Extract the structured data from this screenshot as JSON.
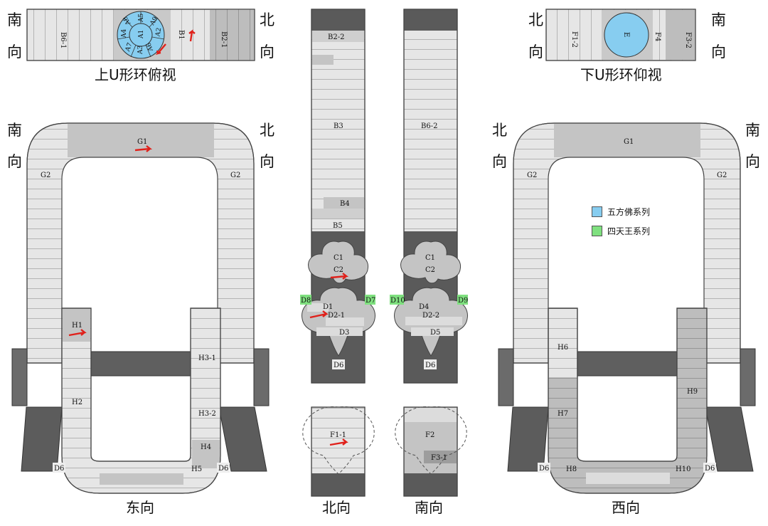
{
  "directions": {
    "south": "南",
    "north": "北",
    "xiang": "向"
  },
  "captions": {
    "upper": "上U形环俯视",
    "lower": "下U形环仰视",
    "east": "东向",
    "north": "北向",
    "south": "南向",
    "west": "西向"
  },
  "legend": [
    {
      "label": "五方佛系列",
      "color": "#87cdf0"
    },
    {
      "label": "四天王系列",
      "color": "#7fe07f"
    }
  ],
  "labels": {
    "B6_1": "B6-1",
    "B1": "B1",
    "B2_1": "B2-1",
    "A1": "A1",
    "A2": "A2",
    "A3": "A3",
    "A4": "A4",
    "A5": "A5",
    "A6": "A6",
    "A7": "A7",
    "A8": "A8",
    "A9": "A9",
    "F1_2": "F1-2",
    "E": "E",
    "F4": "F4",
    "F3_2": "F3-2",
    "G1": "G1",
    "G2": "G2",
    "H1": "H1",
    "H2": "H2",
    "H3_1": "H3-1",
    "H3_2": "H3-2",
    "H4": "H4",
    "H5": "H5",
    "H6": "H6",
    "H7": "H7",
    "H8": "H8",
    "H9": "H9",
    "H10": "H10",
    "D6": "D6",
    "B2_2": "B2-2",
    "B3": "B3",
    "B4": "B4",
    "B5": "B5",
    "C1": "C1",
    "C2": "C2",
    "D1": "D1",
    "D2_1": "D2-1",
    "D3": "D3",
    "D7": "D7",
    "D8": "D8",
    "B6_2": "B6-2",
    "D4": "D4",
    "D2_2": "D2-2",
    "D5": "D5",
    "D9": "D9",
    "D10": "D10",
    "F1_1": "F1-1",
    "F2": "F2",
    "F3_1": "F3-1"
  }
}
